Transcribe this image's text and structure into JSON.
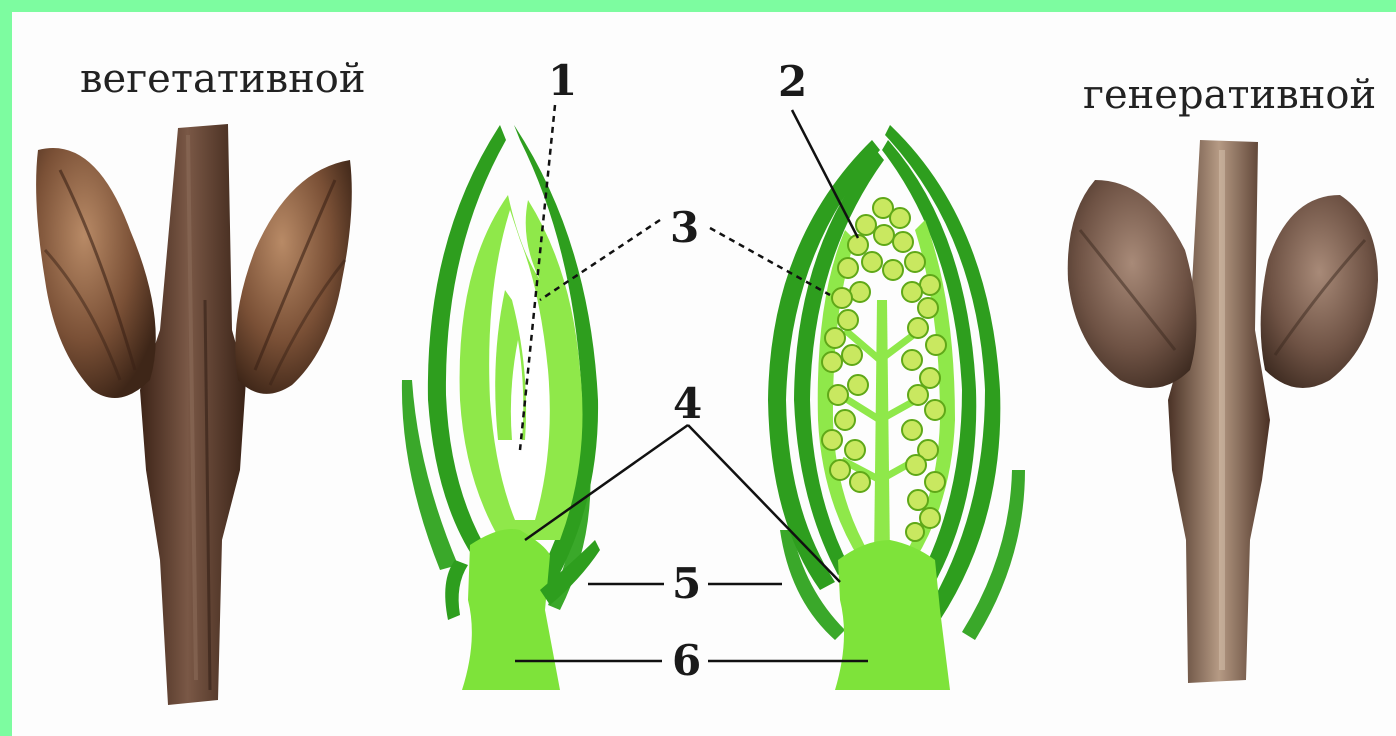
{
  "captions": {
    "vegetative": "вегетативной",
    "generative": "генеративной"
  },
  "labels": {
    "n1": "1",
    "n2": "2",
    "n3": "3",
    "n4": "4",
    "n5": "5",
    "n6": "6"
  },
  "colors": {
    "frame_border": "#7dfca0",
    "leaf_dark": "#2e9e1e",
    "leaf_light": "#8fe84a",
    "base_green": "#7ee33a",
    "bud_ball": "#c9e860",
    "twig_brown": "#5a3a2a",
    "bud_scale": "#8a5a3c"
  }
}
